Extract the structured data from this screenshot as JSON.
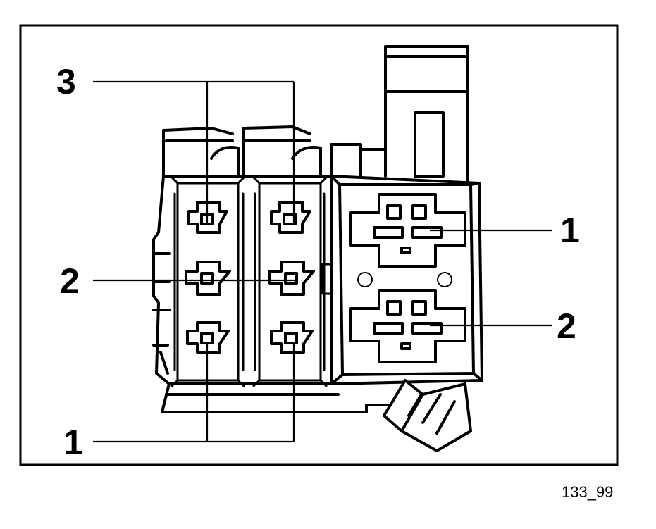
{
  "callouts": {
    "left_top": "3",
    "left_middle": "2",
    "left_bottom": "1",
    "right_top": "1",
    "right_bottom": "2"
  },
  "figure_id": "133_99"
}
